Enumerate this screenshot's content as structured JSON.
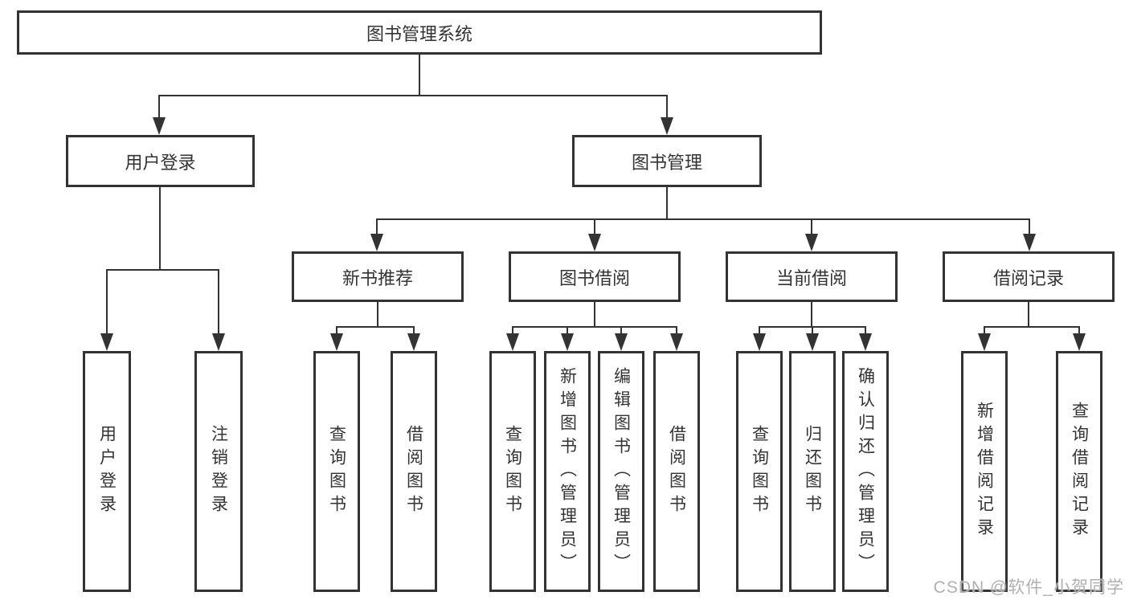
{
  "root": {
    "label": "图书管理系统"
  },
  "modules": [
    {
      "label": "用户登录",
      "features": [
        "用户登录",
        "注销登录"
      ]
    },
    {
      "label": "图书管理",
      "submodules": [
        {
          "label": "新书推荐",
          "features": [
            "查询图书",
            "借阅图书"
          ]
        },
        {
          "label": "图书借阅",
          "features": [
            "查询图书",
            "新增图书（管理员）",
            "编辑图书（管理员）",
            "借阅图书"
          ]
        },
        {
          "label": "当前借阅",
          "features": [
            "查询图书",
            "归还图书",
            "确认归还（管理员）"
          ]
        },
        {
          "label": "借阅记录",
          "features": [
            "新增借阅记录",
            "查询借阅记录"
          ]
        }
      ]
    }
  ],
  "watermark": {
    "text": "CSDN @软件_小贺同学"
  },
  "colors": {
    "line": "#333333",
    "text": "#333333",
    "background": "#ffffff",
    "watermark": "#b0b0b0"
  }
}
